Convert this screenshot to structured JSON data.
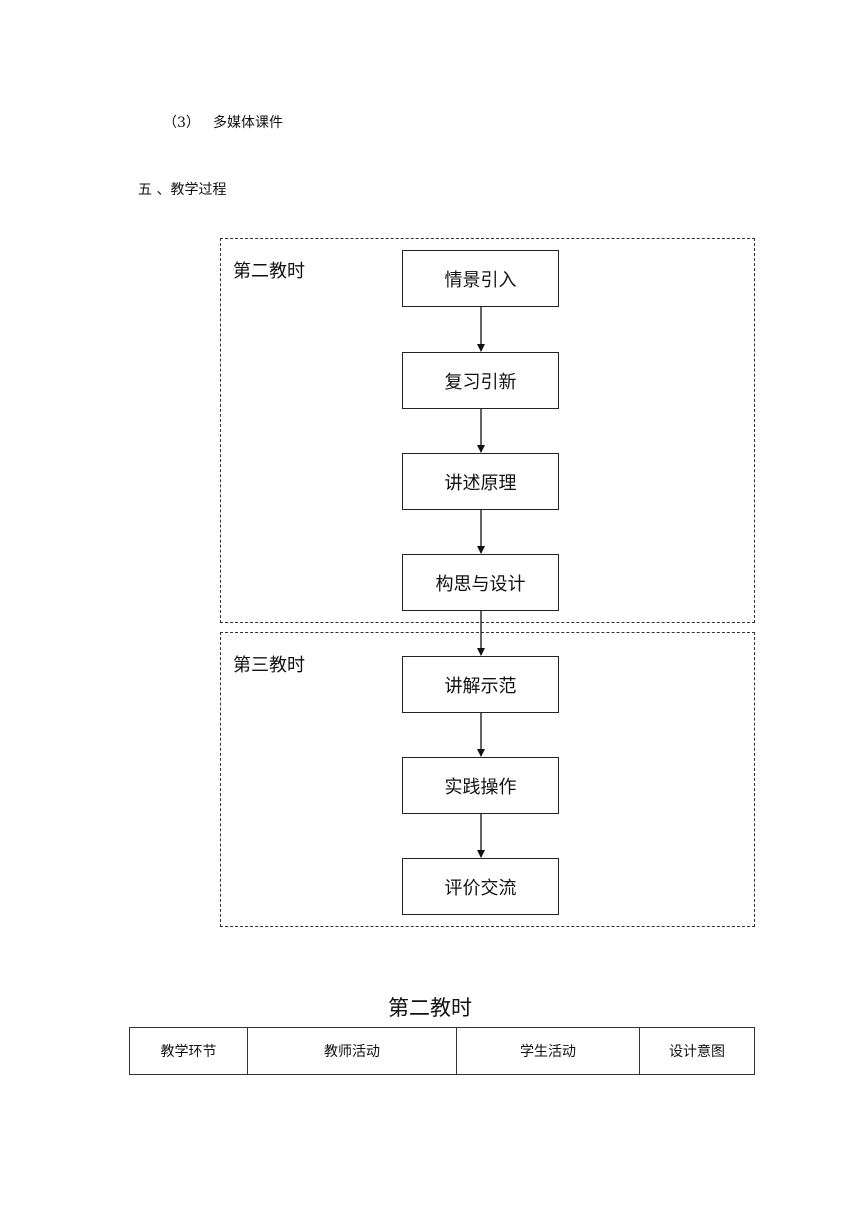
{
  "materials": {
    "item_number": "（3）",
    "item_text": "多媒体课件"
  },
  "section": {
    "heading": "五 、教学过程"
  },
  "flowchart": {
    "sessions": [
      {
        "label": "第二教时"
      },
      {
        "label": "第三教时"
      }
    ],
    "steps": [
      "情景引入",
      "复习引新",
      "讲述原理",
      "构思与设计",
      "讲解示范",
      "实践操作",
      "评价交流"
    ]
  },
  "lesson_table": {
    "title": "第二教时",
    "headers": [
      "教学环节",
      "教师活动",
      "学生活动",
      "设计意图"
    ]
  }
}
